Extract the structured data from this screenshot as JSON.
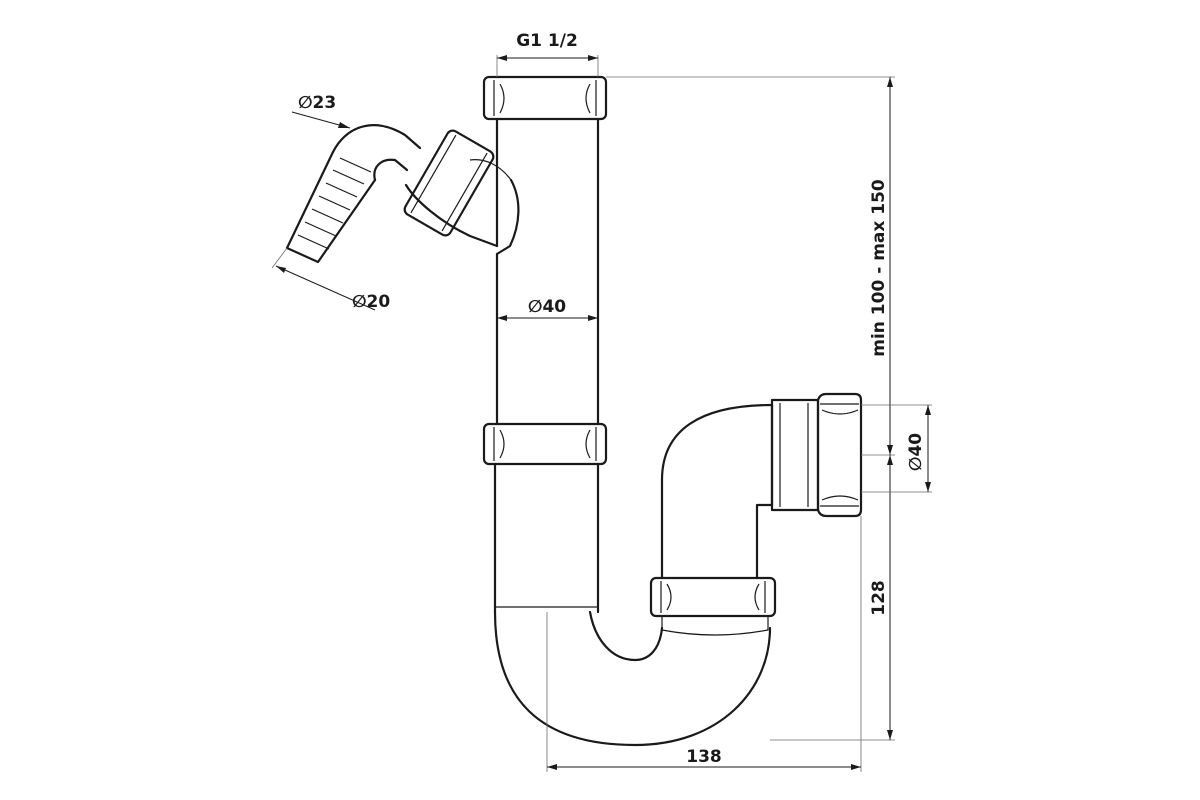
{
  "labels": {
    "thread": "G1 1/2",
    "hose_outer": "∅23",
    "hose_inner": "∅20",
    "tube_dia": "∅40",
    "outlet_dia": "∅40",
    "height_range": "min 100 - max 150",
    "trap_height": "128",
    "trap_width": "138"
  }
}
